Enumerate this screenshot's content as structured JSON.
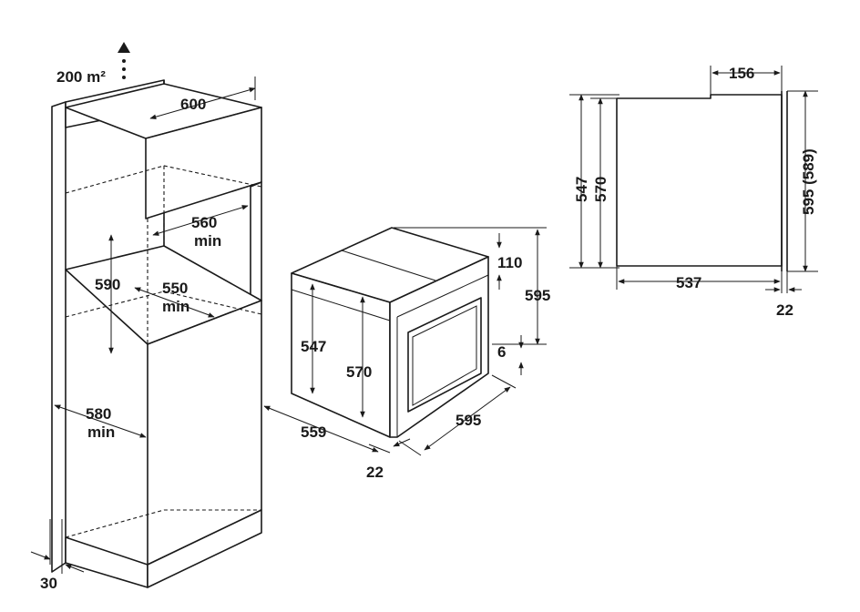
{
  "labels": {
    "ventilation": "200 m²",
    "cabinet_width": "600",
    "opening_width": "560",
    "opening_width_note": "min",
    "opening_height": "590",
    "cabinet_depth": "550",
    "cabinet_depth_note": "min",
    "plinth_height": "580",
    "plinth_height_note": "min",
    "base_gap": "30",
    "oven_body_height_a": "547",
    "oven_body_height_b": "570",
    "oven_depth": "559",
    "oven_front_depth": "22",
    "oven_width": "595",
    "oven_height": "595",
    "oven_top_offset": "110",
    "oven_bottom_offset": "6",
    "side_top_width": "156",
    "side_height_a": "547",
    "side_height_b": "570",
    "side_height_total": "595 (589)",
    "side_depth": "537",
    "side_front": "22"
  }
}
